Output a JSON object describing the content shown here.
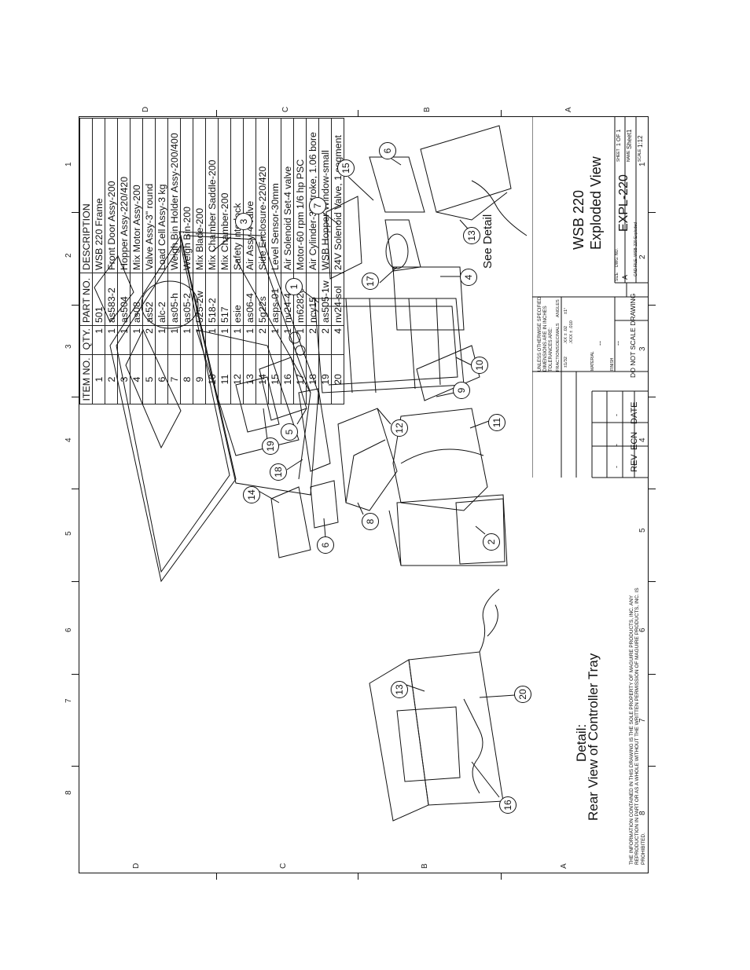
{
  "zones": {
    "top": [
      "D",
      "C",
      "B",
      "A"
    ],
    "bottom": [
      "D",
      "C",
      "B",
      "A"
    ],
    "left": [
      "8",
      "7",
      "6",
      "5",
      "4",
      "3",
      "2",
      "1"
    ],
    "right": [
      "8",
      "7",
      "6",
      "5",
      "4",
      "3",
      "2",
      "1"
    ]
  },
  "bom": {
    "headers": [
      "ITEM NO.",
      "QTY.",
      "PART NO.",
      "DESCRIPTION"
    ],
    "rows": [
      {
        "item": "1",
        "qty": "1",
        "part": "501",
        "desc": "WSB 220 Frame"
      },
      {
        "item": "2",
        "qty": "1",
        "part": "as583-2",
        "desc": "Front Door Assy-200"
      },
      {
        "item": "3",
        "qty": "1",
        "part": "as504",
        "desc": "Hopper Assy-220/420"
      },
      {
        "item": "4",
        "qty": "1",
        "part": "as08",
        "desc": "Mix Motor Assy-200"
      },
      {
        "item": "5",
        "qty": "2",
        "part": "as52",
        "desc": "Valve Assy-3\" round"
      },
      {
        "item": "6",
        "qty": "1",
        "part": "alc-2",
        "desc": "Load Cell Assy-3 kg"
      },
      {
        "item": "7",
        "qty": "1",
        "part": "as05-h",
        "desc": "Weigh Bin Holder Assy-200/400"
      },
      {
        "item": "8",
        "qty": "1",
        "part": "as05-2",
        "desc": "Weigh Bin-200"
      },
      {
        "item": "9",
        "qty": "1",
        "part": "525-2w",
        "desc": "Mix Blade-200"
      },
      {
        "item": "10",
        "qty": "1",
        "part": "518-2",
        "desc": "Mix Chamber Saddle-200"
      },
      {
        "item": "11",
        "qty": "1",
        "part": "517",
        "desc": "Mix Chamber-200"
      },
      {
        "item": "12",
        "qty": "1",
        "part": "esie",
        "desc": "Safety Interlock"
      },
      {
        "item": "13",
        "qty": "1",
        "part": "as06-4",
        "desc": "Air Assy-4 valve"
      },
      {
        "item": "14",
        "qty": "2",
        "part": "5g22s",
        "desc": "Side Enclosure-220/420"
      },
      {
        "item": "15",
        "qty": "1",
        "part": "asps-01",
        "desc": "Level Sensor-30mm"
      },
      {
        "item": "16",
        "qty": "1",
        "part": "nv24-4",
        "desc": "Air Solenoid Set-4 valve"
      },
      {
        "item": "17",
        "qty": "1",
        "part": "m62820",
        "desc": "Motor-60 rpm 1/6 hp PSC"
      },
      {
        "item": "18",
        "qty": "2",
        "part": "ncy15",
        "desc": "Air Cylinder-3\" stroke, 1.06 bore"
      },
      {
        "item": "19",
        "qty": "2",
        "part": "as505-1w",
        "desc": "WSB Hopper Window-small"
      },
      {
        "item": "20",
        "qty": "4",
        "part": "nv24-sol",
        "desc": "24V Solenoid Valve, 1 segment"
      }
    ]
  },
  "detail": {
    "title": "Detail:",
    "subtitle": "Rear View of Controller Tray",
    "callouts": [
      "13",
      "20",
      "16"
    ]
  },
  "see_detail": "See Detail",
  "exploded_callouts": [
    "3",
    "7",
    "15",
    "6",
    "1",
    "17",
    "4",
    "13",
    "10",
    "9",
    "12",
    "11",
    "5",
    "19",
    "18",
    "14",
    "8",
    "6",
    "2"
  ],
  "proprietary_note": "THE INFORMATION CONTAINED IN THIS DRAWING IS THE SOLE PROPERTY OF MAGUIRE PRODUCTS, INC. ANY REPRODUCTION IN PART OR AS A WHOLE WITHOUT THE WRITTEN PERMISSION OF MAGUIRE PRODUCTS, INC. IS PROHIBITED.",
  "title_block": {
    "title_line1": "WSB 220",
    "title_line2": "Exploded View",
    "tolerance_header": "UNLESS OTHERWISE SPECIFIED DIMENSIONS ARE IN INCHES TOLERANCES ARE:",
    "fractions_label": "FRACTIONS",
    "fractions_value": "±1/32",
    "decimals_label": "DECIMALS",
    "decimals_value1": ".XX ± .02",
    "decimals_value2": ".XXX ± .010",
    "angles_label": "ANGLES",
    "angles_value": "±1°",
    "material_label": "MATERIAL",
    "material_value": "--",
    "finish_label": "FINISH",
    "finish_value": "--",
    "do_not_scale": "DO NOT SCALE DRAWING",
    "rev_label": "REV",
    "ecn_label": "ECN",
    "date_label": "DATE",
    "rev_dash": "-",
    "size_label": "SIZE",
    "size_value": "A",
    "dwg_no_label": "DWG. NO.",
    "dwg_no": "EXPL-220",
    "cad_file": "CAD FILE: WSB-220 Exploded",
    "sheet_label": "SHEET",
    "sheet_value": "1 OF 1",
    "name_label": "NAME",
    "name_value": "Sheet1",
    "scale_label": "SCALE",
    "scale_value": "1:12"
  }
}
